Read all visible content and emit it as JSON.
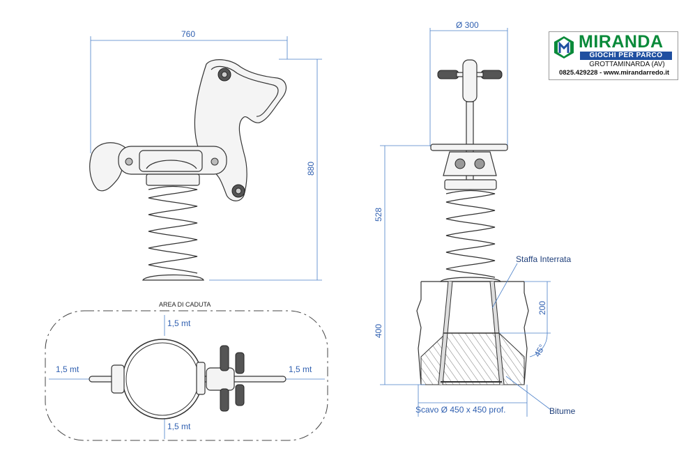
{
  "front_view": {
    "width_label": "760",
    "height_label": "880"
  },
  "side_view": {
    "diameter_label": "Ø 300",
    "height_label": "528",
    "anchor_label": "Staffa Interrata"
  },
  "foundation": {
    "depth_label": "400",
    "top_label": "200",
    "angle_label": "45°",
    "bitumen_label": "Bitume",
    "excavation_label": "Scavo Ø 450 x 450 prof."
  },
  "fall_area": {
    "title": "AREA DI CADUTA",
    "top_label": "1,5 mt",
    "bottom_label": "1,5 mt",
    "left_label": "1,5 mt",
    "right_label": "1,5 mt"
  },
  "logo": {
    "brand": "MIRANDA",
    "tagline": "GIOCHI PER PARCO",
    "city": "GROTTAMINARDA (AV)",
    "contact": "0825.429228 - www.mirandarredo.it",
    "brand_color": "#0a8a3a",
    "tagline_bg": "#1f4fa0"
  }
}
